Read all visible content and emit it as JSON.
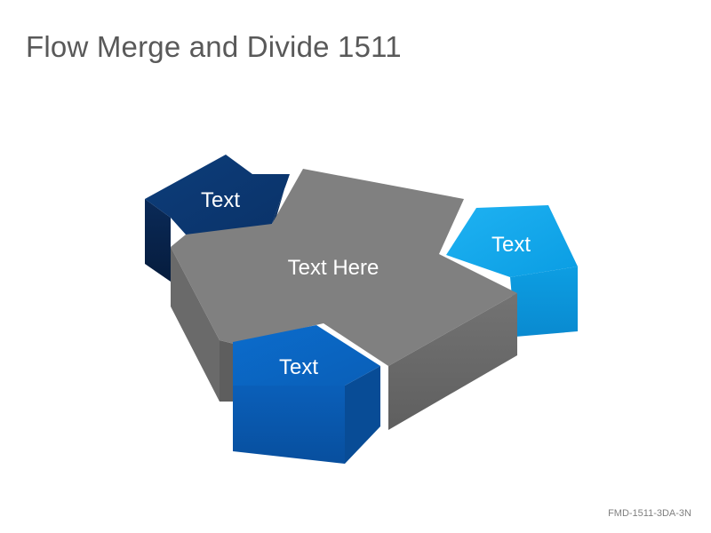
{
  "title": "Flow Merge and Divide 1511",
  "center": {
    "label": "Text Here"
  },
  "arrows": [
    {
      "id": "top-left",
      "label": "Text"
    },
    {
      "id": "right",
      "label": "Text"
    },
    {
      "id": "bottom",
      "label": "Text"
    }
  ],
  "footer": {
    "code": "FMD-1511-3DA-3N"
  },
  "colors": {
    "title": "#595959",
    "center_top": "#808080",
    "center_side": "#6b6b6b",
    "arrow_dark_blue": "#0b3a73",
    "arrow_light_blue": "#0ea4e8",
    "arrow_medium_blue": "#0a67c5",
    "label_text": "#ffffff"
  }
}
